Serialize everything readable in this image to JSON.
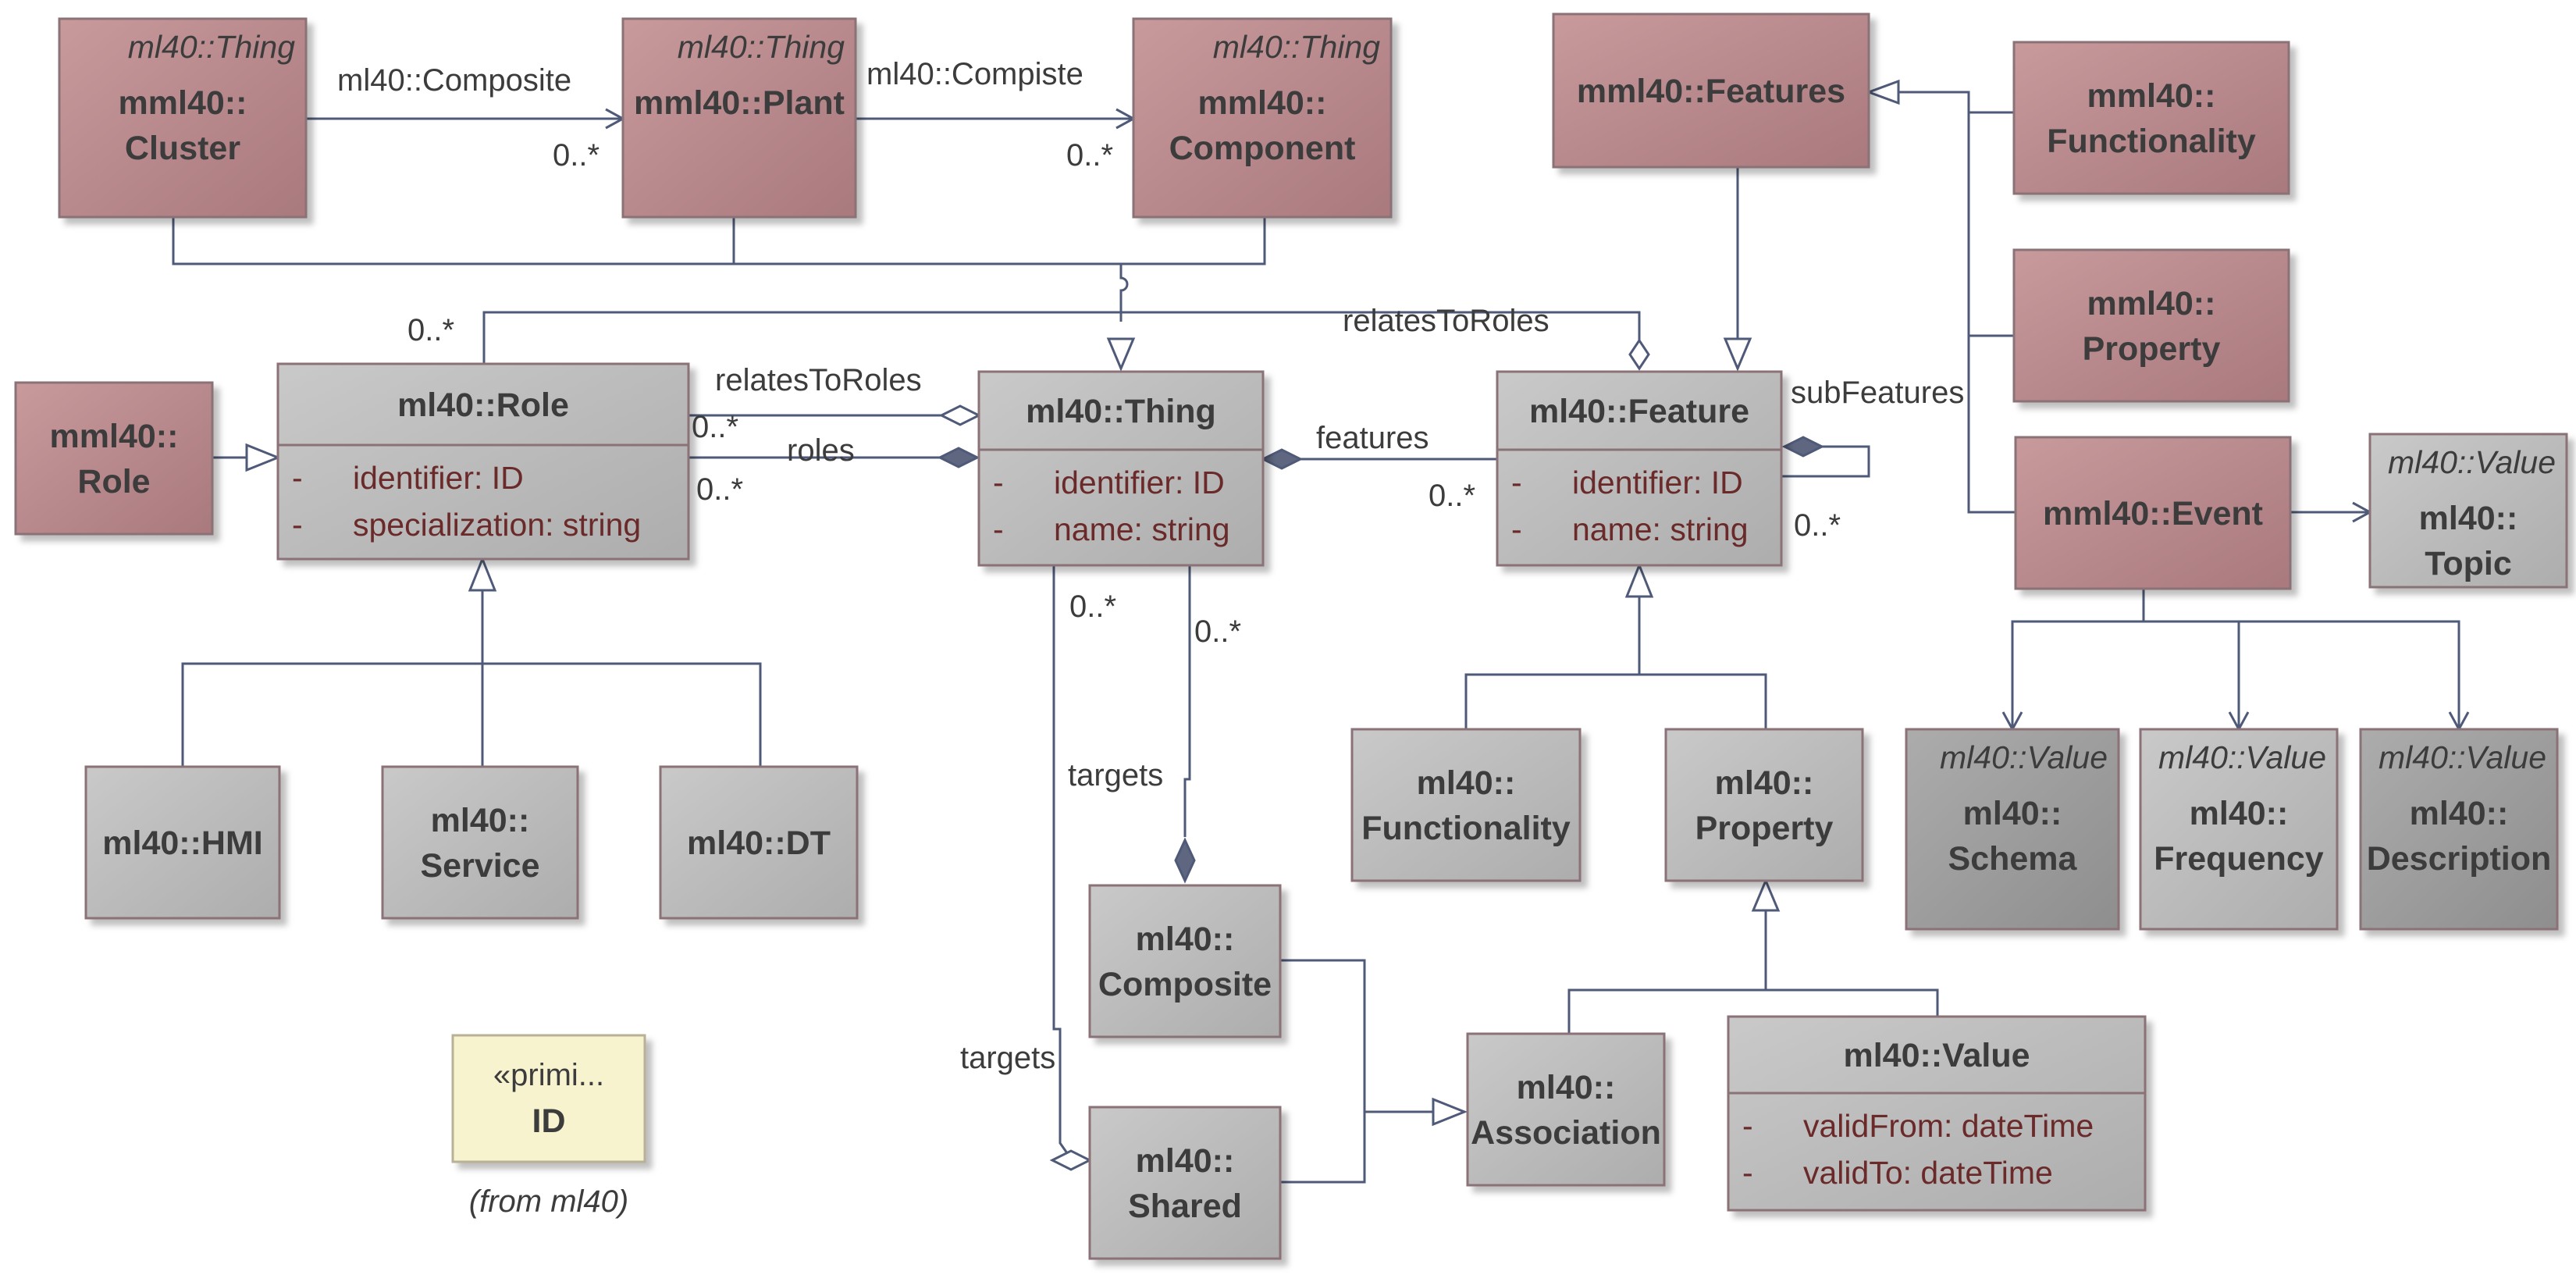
{
  "classes": {
    "mml_cluster": {
      "stereotype": "ml40::Thing",
      "lines": [
        "mml40::",
        "Cluster"
      ]
    },
    "mml_plant": {
      "stereotype": "ml40::Thing",
      "lines": [
        "mml40::Plant"
      ]
    },
    "mml_component": {
      "stereotype": "ml40::Thing",
      "lines": [
        "mml40::",
        "Component"
      ]
    },
    "mml_features": {
      "lines": [
        "mml40::Features"
      ]
    },
    "mml_functionality": {
      "lines": [
        "mml40::",
        "Functionality"
      ]
    },
    "mml_property": {
      "lines": [
        "mml40::",
        "Property"
      ]
    },
    "mml_event": {
      "lines": [
        "mml40::Event"
      ]
    },
    "ml_topic": {
      "stereotype": "ml40::Value",
      "lines": [
        "ml40::",
        "Topic"
      ]
    },
    "mml_role": {
      "lines": [
        "mml40::",
        "Role"
      ]
    },
    "ml_role": {
      "lines": [
        "ml40::Role"
      ],
      "attrs": [
        {
          "vis": "-",
          "text": "identifier: ID"
        },
        {
          "vis": "-",
          "text": "specialization: string"
        }
      ]
    },
    "ml_thing": {
      "lines": [
        "ml40::Thing"
      ],
      "attrs": [
        {
          "vis": "-",
          "text": "identifier: ID"
        },
        {
          "vis": "-",
          "text": "name: string"
        }
      ]
    },
    "ml_feature": {
      "lines": [
        "ml40::Feature"
      ],
      "attrs": [
        {
          "vis": "-",
          "text": "identifier: ID"
        },
        {
          "vis": "-",
          "text": "name: string"
        }
      ]
    },
    "ml_hmi": {
      "lines": [
        "ml40::HMI"
      ]
    },
    "ml_service": {
      "lines": [
        "ml40::",
        "Service"
      ]
    },
    "ml_dt": {
      "lines": [
        "ml40::DT"
      ]
    },
    "ml_functionality": {
      "lines": [
        "ml40::",
        "Functionality"
      ]
    },
    "ml_property": {
      "lines": [
        "ml40::",
        "Property"
      ]
    },
    "ml_schema": {
      "stereotype": "ml40::Value",
      "lines": [
        "ml40::",
        "Schema"
      ]
    },
    "ml_frequency": {
      "stereotype": "ml40::Value",
      "lines": [
        "ml40::",
        "Frequency"
      ]
    },
    "ml_description": {
      "stereotype": "ml40::Value",
      "lines": [
        "ml40::",
        "Description"
      ]
    },
    "ml_composite": {
      "lines": [
        "ml40::",
        "Composite"
      ]
    },
    "ml_shared": {
      "lines": [
        "ml40::",
        "Shared"
      ]
    },
    "ml_association": {
      "lines": [
        "ml40::",
        "Association"
      ]
    },
    "ml_value": {
      "lines": [
        "ml40::Value"
      ],
      "attrs": [
        {
          "vis": "-",
          "text": "validFrom: dateTime"
        },
        {
          "vis": "-",
          "text": "validTo: dateTime"
        }
      ]
    }
  },
  "note": {
    "stereotype": "«primi...",
    "title": "ID",
    "caption": "(from ml40)"
  },
  "labels": {
    "cluster_plant": "ml40::Composite",
    "plant_component": "ml40::Compiste",
    "mult_plant": "0..*",
    "mult_component": "0..*",
    "role_top_mult": "0..*",
    "relates_to_roles_top": "relatesToRoles",
    "relates_to_roles": "relatesToRoles",
    "mult_relates": "0..*",
    "roles": "roles",
    "mult_roles": "0..*",
    "features": "features",
    "mult_features": "0..*",
    "sub_features": "subFeatures",
    "mult_subfeatures": "0..*",
    "mult_targets_1": "0..*",
    "mult_targets_2": "0..*",
    "targets_1": "targets",
    "targets_2": "targets"
  },
  "colors": {
    "mml_fill": "#b8888b",
    "ml_fill": "#bdbdbd",
    "ml_dark_fill": "#9f9f9f",
    "note_fill": "#f7f3cf",
    "border": "#8a7277",
    "line": "#4f5a78"
  }
}
